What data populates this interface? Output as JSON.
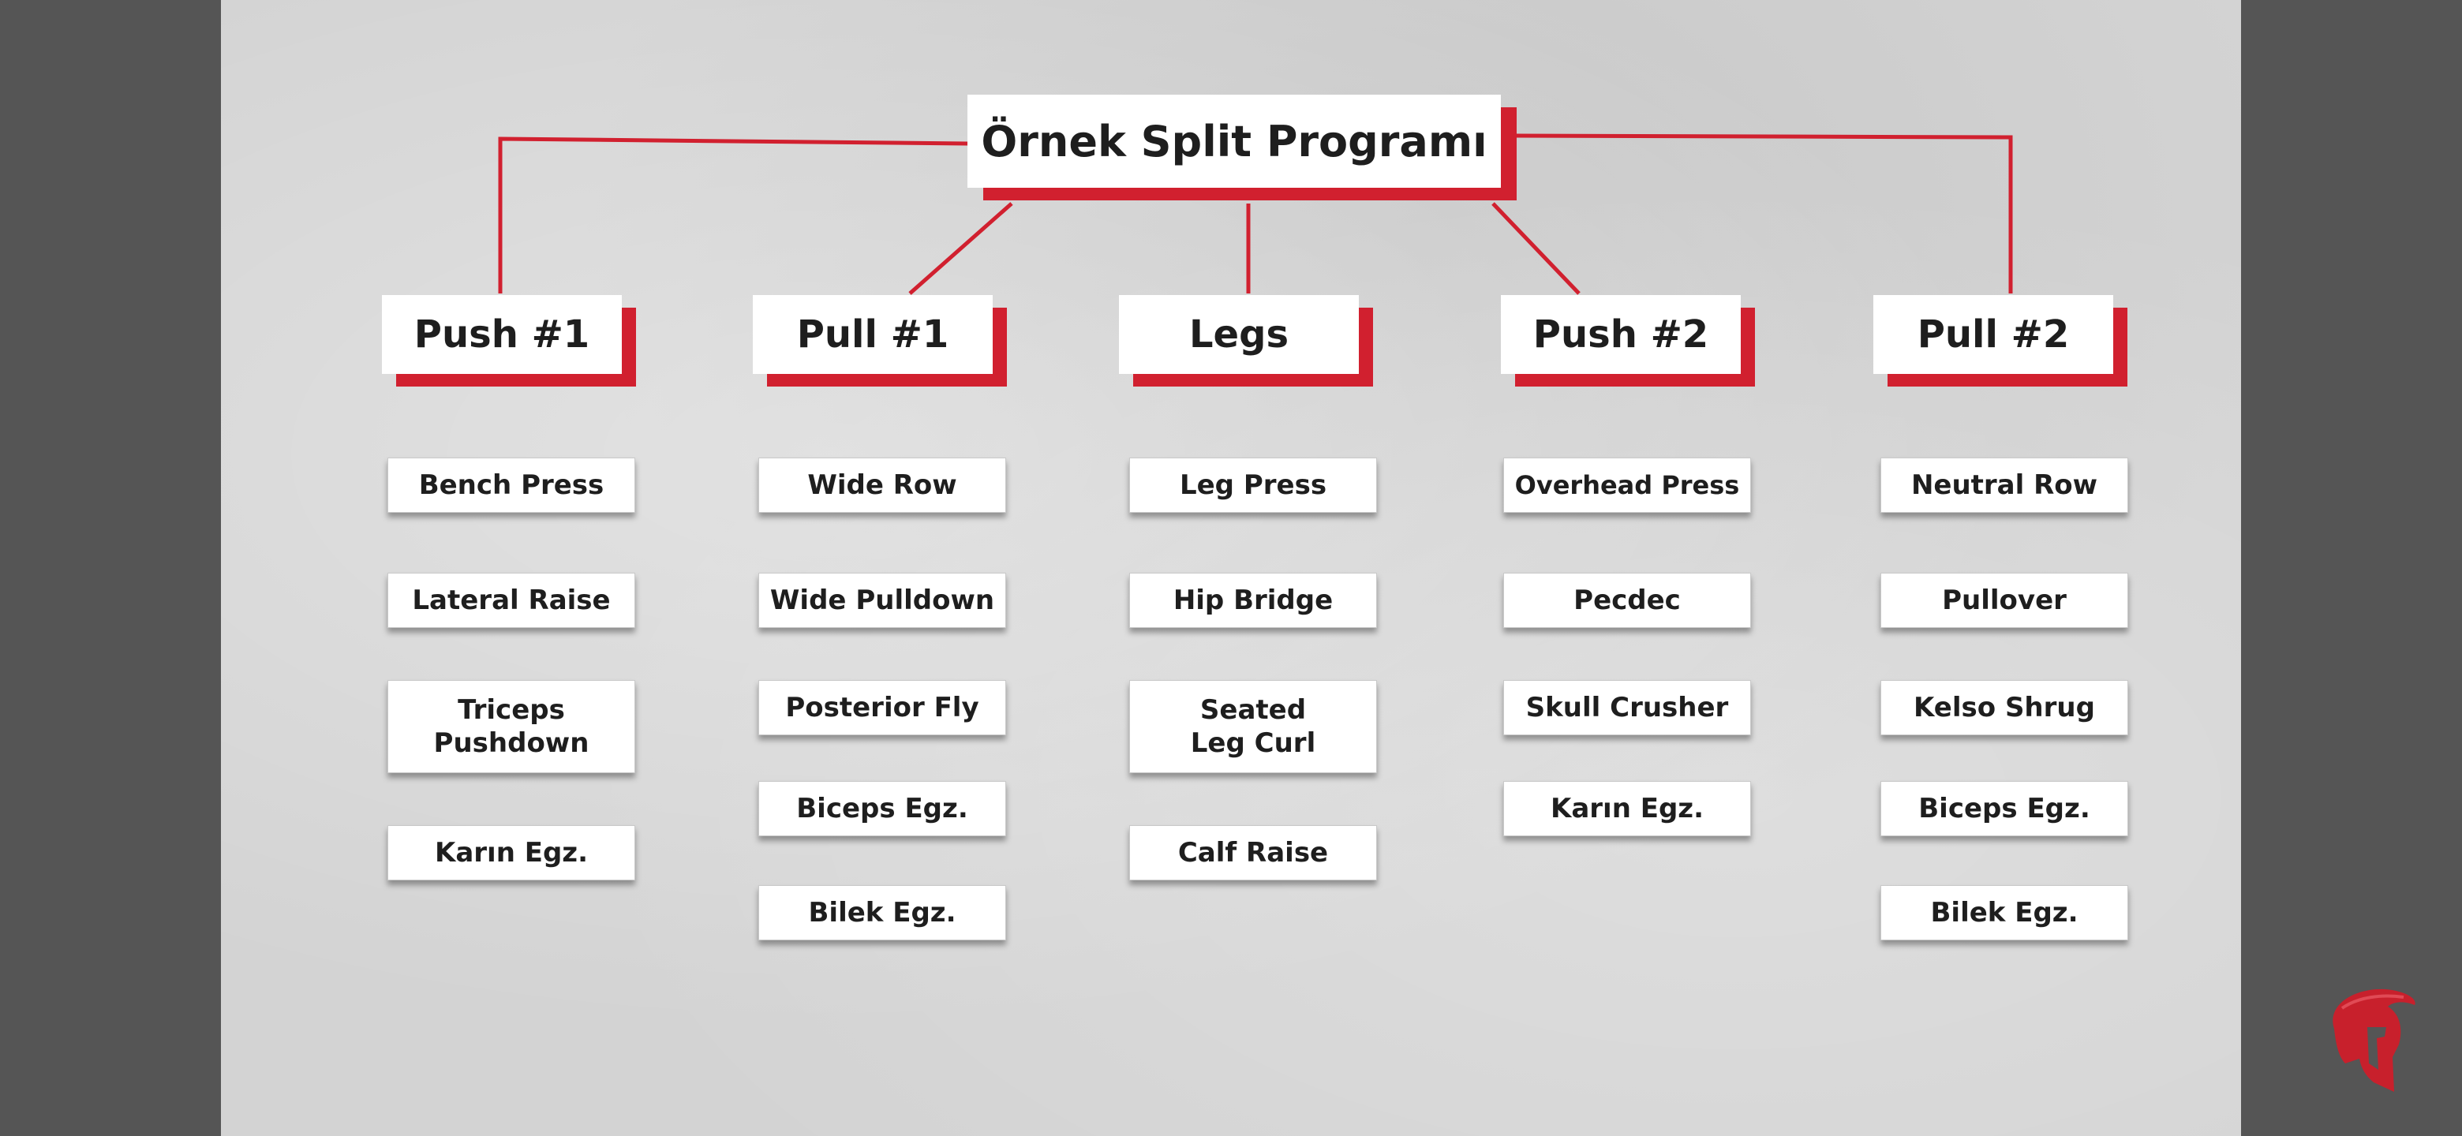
{
  "title": "Örnek Split Programı",
  "colors": {
    "accent": "#d1202f",
    "card": "#ffffff",
    "background": "#d3d3d3",
    "frame": "#555555"
  },
  "columns": [
    {
      "label": "Push #1",
      "exercises": [
        "Bench Press",
        "Lateral Raise",
        "Triceps\nPushdown",
        "Karın Egz."
      ]
    },
    {
      "label": "Pull #1",
      "exercises": [
        "Wide Row",
        "Wide Pulldown",
        "Posterior Fly",
        "Biceps Egz.",
        "Bilek Egz."
      ]
    },
    {
      "label": "Legs",
      "exercises": [
        "Leg Press",
        "Hip Bridge",
        "Seated\nLeg Curl",
        "Calf Raise"
      ]
    },
    {
      "label": "Push #2",
      "exercises": [
        "Overhead Press",
        "Pecdec",
        "Skull Crusher",
        "Karın Egz."
      ]
    },
    {
      "label": "Pull #2",
      "exercises": [
        "Neutral Row",
        "Pullover",
        "Kelso Shrug",
        "Biceps Egz.",
        "Bilek Egz."
      ]
    }
  ],
  "logo_icon": "spartan-helmet-icon"
}
